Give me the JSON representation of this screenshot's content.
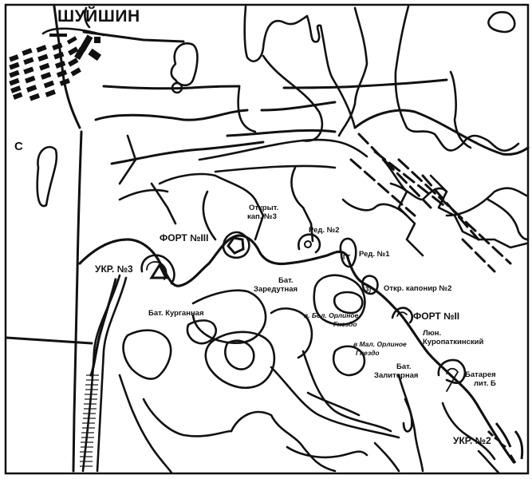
{
  "map": {
    "title": "ШУЙШИН",
    "border_color": "#111111",
    "background": "#ffffff",
    "compass_glyph": "С",
    "labels": {
      "fort_3": "ФОРТ №III",
      "ukr_3": "УКР. №3",
      "open_caponier_3_line1": "Открыт.",
      "open_caponier_3_line2": "кап. №3",
      "redoubt_2": "Ред. №2",
      "redoubt_1": "Ред. №1",
      "bat_zaredutnaya_line1": "Бат.",
      "bat_zaredutnaya_line2": "Заредутная",
      "bat_kurgannaya": "Бат. Курганная",
      "big_eagle_nest_line1": "в. Бол. Орлиное",
      "big_eagle_nest_line2": "Гнездо",
      "open_caponier_2": "Откр. капонир №2",
      "fort_2": "ФОРТ №II",
      "kuropatkin_lunette_line1": "Люн.",
      "kuropatkin_lunette_line2": "Куропаткинский",
      "small_eagle_nest_line1": "в Мал. Орлиное",
      "small_eagle_nest_line2": "Гнездо",
      "bat_zalitersk_line1": "Бат.",
      "bat_zalitersk_line2": "Залитерная",
      "battery_b_line1": "Батарея",
      "battery_b_line2": "лит. Б",
      "ukr_2": "УКР. №2"
    }
  }
}
